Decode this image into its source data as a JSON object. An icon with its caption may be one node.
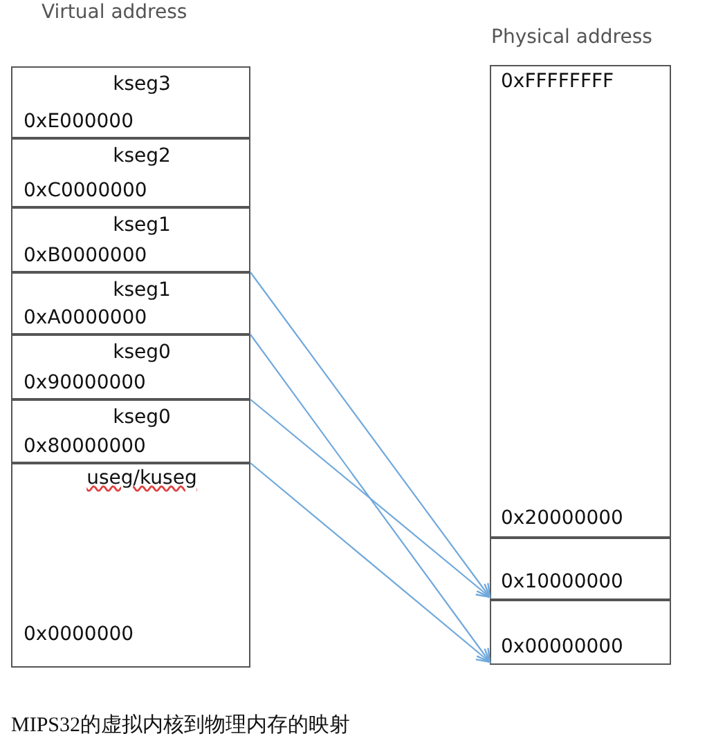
{
  "diagram": {
    "caption": "MIPS32的虚拟内核到物理内存的映射",
    "nodes": [
      {
        "text": [
          "Virtual address"
        ]
      },
      {
        "text": [
          "kseg3",
          "0xE000000"
        ],
        "in": 0
      },
      {
        "text": [
          "kseg2",
          "0xC0000000"
        ],
        "in": 0
      },
      {
        "text": [
          "kseg1",
          "0xB0000000"
        ],
        "in": 0
      },
      {
        "text": [
          "kseg1",
          "0xA0000000"
        ],
        "in": 0
      },
      {
        "text": [
          "kseg0",
          "0x90000000"
        ],
        "in": 0
      },
      {
        "text": [
          "kseg0",
          "0x80000000"
        ],
        "in": 0
      },
      {
        "text": [
          "useg/kuseg",
          "0x0000000"
        ],
        "in": 0
      },
      {
        "text": [
          "Physical address"
        ]
      },
      {
        "text": [
          "0xFFFFFFFF",
          "0x20000000"
        ],
        "in": 8
      },
      {
        "text": [
          "0x10000000"
        ],
        "in": 8
      },
      {
        "text": [
          "0x00000000"
        ],
        "in": 8
      }
    ],
    "edges": [
      {
        "from": 4,
        "to": 10,
        "arrow": "to"
      },
      {
        "from": 5,
        "to": 11,
        "arrow": "to"
      },
      {
        "from": 6,
        "to": 10,
        "arrow": "to"
      },
      {
        "from": 7,
        "to": 11,
        "arrow": "to"
      }
    ]
  }
}
